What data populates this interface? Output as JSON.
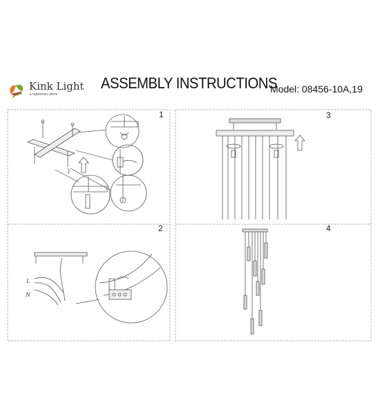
{
  "header": {
    "brand": "Kink Light",
    "tagline": "в гармонии света",
    "title": "ASSEMBLY INSTRUCTIONS",
    "model": "Model: 08456-10A,19"
  },
  "steps": [
    {
      "number": "1"
    },
    {
      "number": "2"
    },
    {
      "number": "3"
    },
    {
      "number": "4"
    }
  ],
  "wires": {
    "live": "L",
    "neutral": "N"
  },
  "icons": [
    "kink-light-logo",
    "arrow-up-icon"
  ],
  "colors": {
    "line": "#555555",
    "accent_logo": "#e07a2c",
    "leaf_logo": "#7aa23a"
  }
}
